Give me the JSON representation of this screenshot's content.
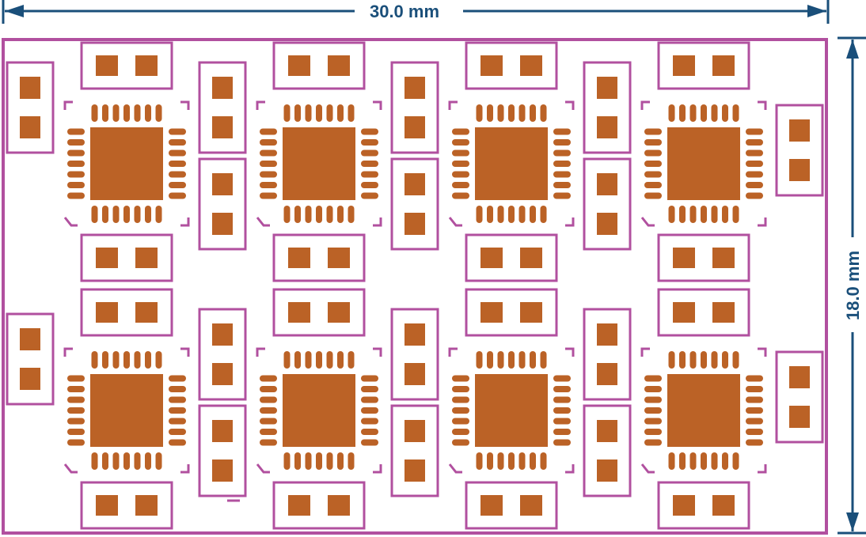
{
  "dimensions": {
    "width_label": "30.0 mm",
    "height_label": "18.0 mm"
  },
  "layout_grid": {
    "qfn_columns": 4,
    "qfn_rows": 2,
    "qfn_pins_per_side": 7
  },
  "colors": {
    "dimension": "#1a4f7a",
    "outline": "#b1509f",
    "copper": "#bb6226",
    "background": "#ffffff"
  }
}
